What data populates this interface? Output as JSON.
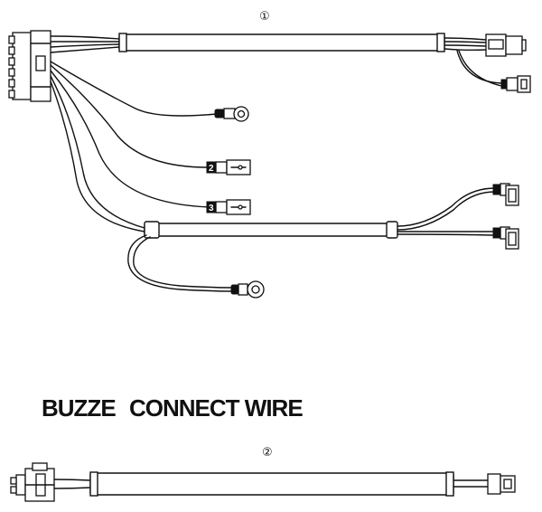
{
  "harness_1": {
    "number": "①",
    "terminal_tags": [
      "2",
      "3"
    ]
  },
  "caption": {
    "left": "BUZZE",
    "right": "CONNECT WIRE"
  },
  "harness_2": {
    "number": "②"
  }
}
